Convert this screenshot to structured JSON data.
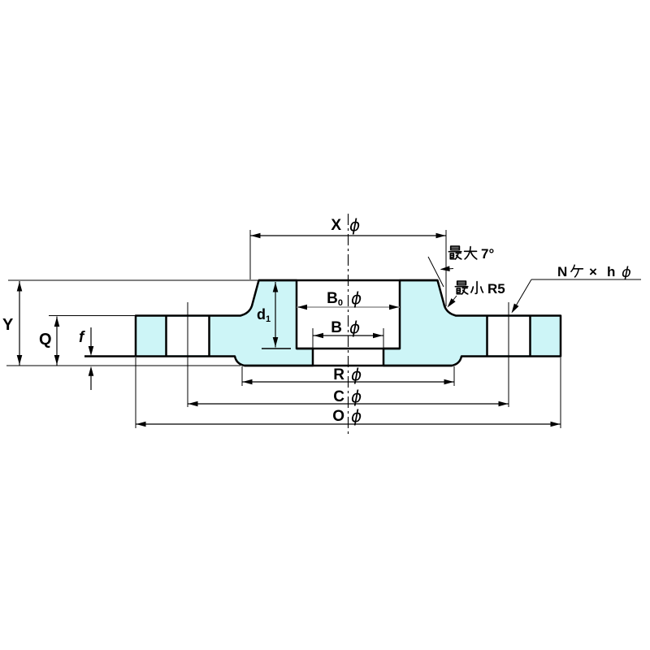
{
  "labels": {
    "diameters": {
      "x": {
        "letter": "X",
        "phi": "ϕ"
      },
      "b0": {
        "letter": "B",
        "sub": "0",
        "phi": "ϕ"
      },
      "b": {
        "letter": "B",
        "phi": "ϕ"
      },
      "r": {
        "letter": "R",
        "phi": "ϕ"
      },
      "c": {
        "letter": "C",
        "phi": "ϕ"
      },
      "o": {
        "letter": "O",
        "phi": "ϕ"
      }
    },
    "heights": {
      "y": "Y",
      "q": "Q",
      "f": "f",
      "d1_letter": "d",
      "d1_sub": "1"
    },
    "notes": {
      "max_taper_full": "最大 7°",
      "max_taper_value": "7°",
      "min_fillet_full": "最小 R5",
      "min_fillet_value": "R5",
      "bolt_holes_full": "Nケ × h φ",
      "bolt_n": "N",
      "bolt_times": "×",
      "bolt_h": "h",
      "bolt_phi": "ϕ"
    }
  },
  "colors": {
    "background": "#ffffff",
    "section_fill": "#cdf5f7",
    "outline": "#000000",
    "b0_dim_line": "#909090"
  }
}
